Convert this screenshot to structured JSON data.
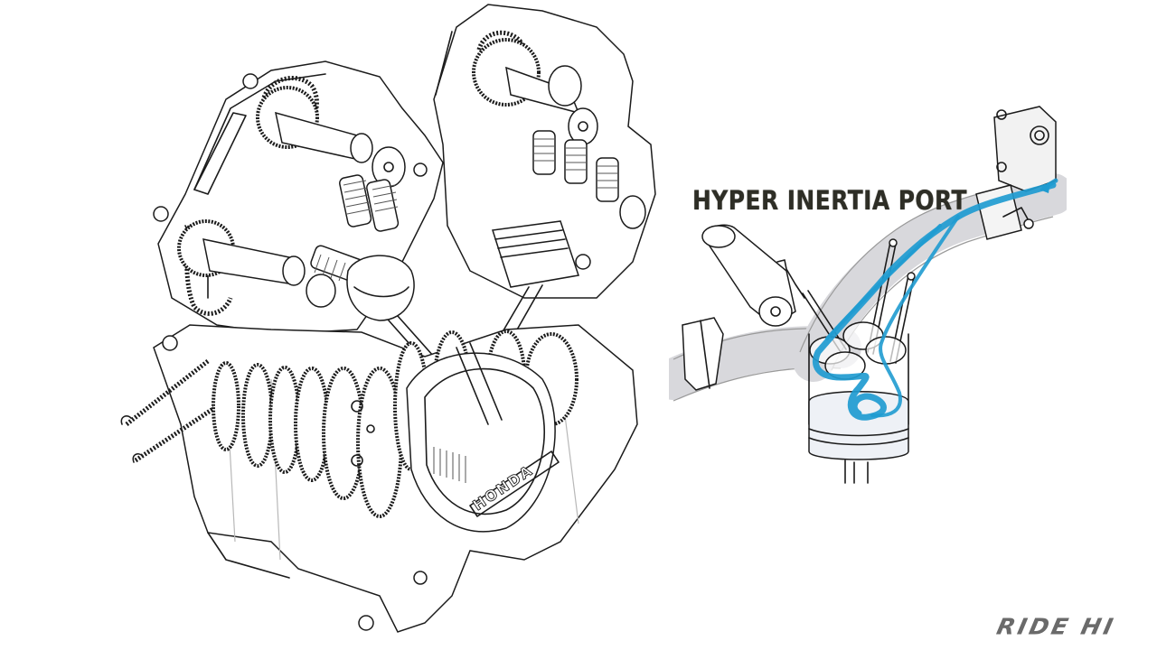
{
  "figure": {
    "left_panel": {
      "subject": "V-twin engine cutaway line illustration",
      "emblem_text": "HONDA"
    },
    "right_panel": {
      "label": "HYPER INERTIA PORT",
      "subject": "intake port, valves and piston diagram with airflow",
      "flow_color": "#1f9bd0"
    },
    "watermark": {
      "text": "RIDE HI",
      "color": "#6a6a6a"
    },
    "colors": {
      "background": "#ffffff",
      "line_art": "#1b1b1b",
      "label_text": "#2e2e26"
    }
  }
}
